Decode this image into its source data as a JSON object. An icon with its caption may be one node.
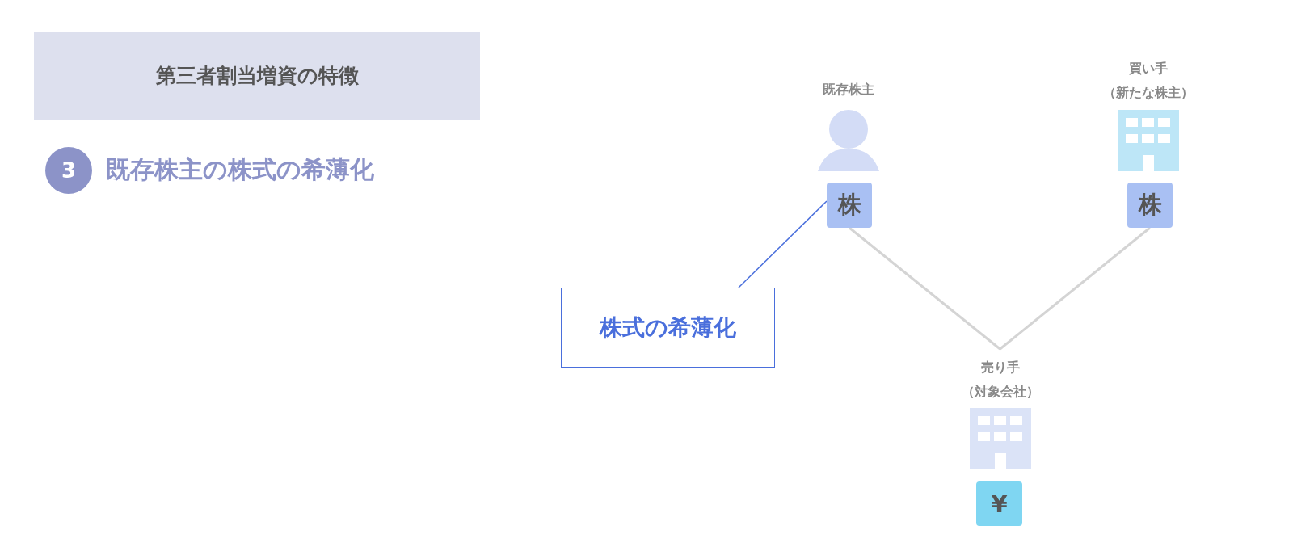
{
  "diagram": {
    "title": "第三者割当増資の特徴",
    "nodes": [
      {
        "text": [
          "3"
        ]
      },
      {
        "text": [
          "既存株主"
        ]
      },
      {
        "text": [
          "株"
        ]
      },
      {
        "text": [
          "買い手（新たな株主）"
        ]
      },
      {
        "text": [
          "株"
        ]
      },
      {
        "text": [
          "売り手（対象会社）"
        ]
      },
      {
        "text": [
          "¥"
        ]
      },
      {
        "text": [
          "株式の希薄化"
        ]
      }
    ],
    "edges": [
      {
        "from": 2,
        "to": 5,
        "arrow": "none"
      },
      {
        "from": 4,
        "to": 5,
        "arrow": "none"
      },
      {
        "from": 7,
        "to": 2,
        "arrow": "none",
        "color": "#4a6fdc"
      }
    ],
    "labels": [
      "既存株主の株式の希薄化"
    ]
  }
}
